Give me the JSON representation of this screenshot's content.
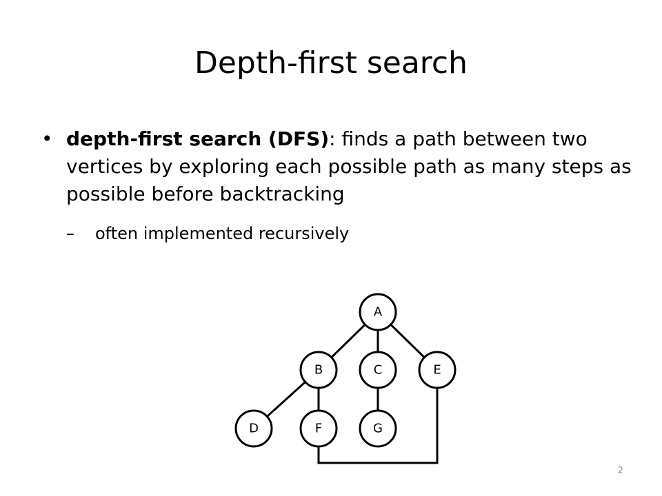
{
  "slide": {
    "title": "Depth-first search",
    "bullet": {
      "term": "depth-first search (DFS)",
      "colon": ":",
      "text": " finds a path between two vertices by exploring each possible path as many steps as possible before backtracking"
    },
    "sub_bullet": {
      "dash": "–",
      "text": "often implemented recursively"
    },
    "slide_number": "2"
  },
  "graph": {
    "nodes": [
      {
        "id": "A",
        "label": "A"
      },
      {
        "id": "B",
        "label": "B"
      },
      {
        "id": "C",
        "label": "C"
      },
      {
        "id": "E",
        "label": "E"
      },
      {
        "id": "D",
        "label": "D"
      },
      {
        "id": "F",
        "label": "F"
      },
      {
        "id": "G",
        "label": "G"
      }
    ],
    "edges": [
      [
        "A",
        "B"
      ],
      [
        "A",
        "C"
      ],
      [
        "A",
        "E"
      ],
      [
        "B",
        "D"
      ],
      [
        "B",
        "F"
      ],
      [
        "C",
        "G"
      ],
      [
        "F",
        "E"
      ]
    ],
    "colors": {
      "stroke": "#000000",
      "fill": "#ffffff"
    }
  }
}
